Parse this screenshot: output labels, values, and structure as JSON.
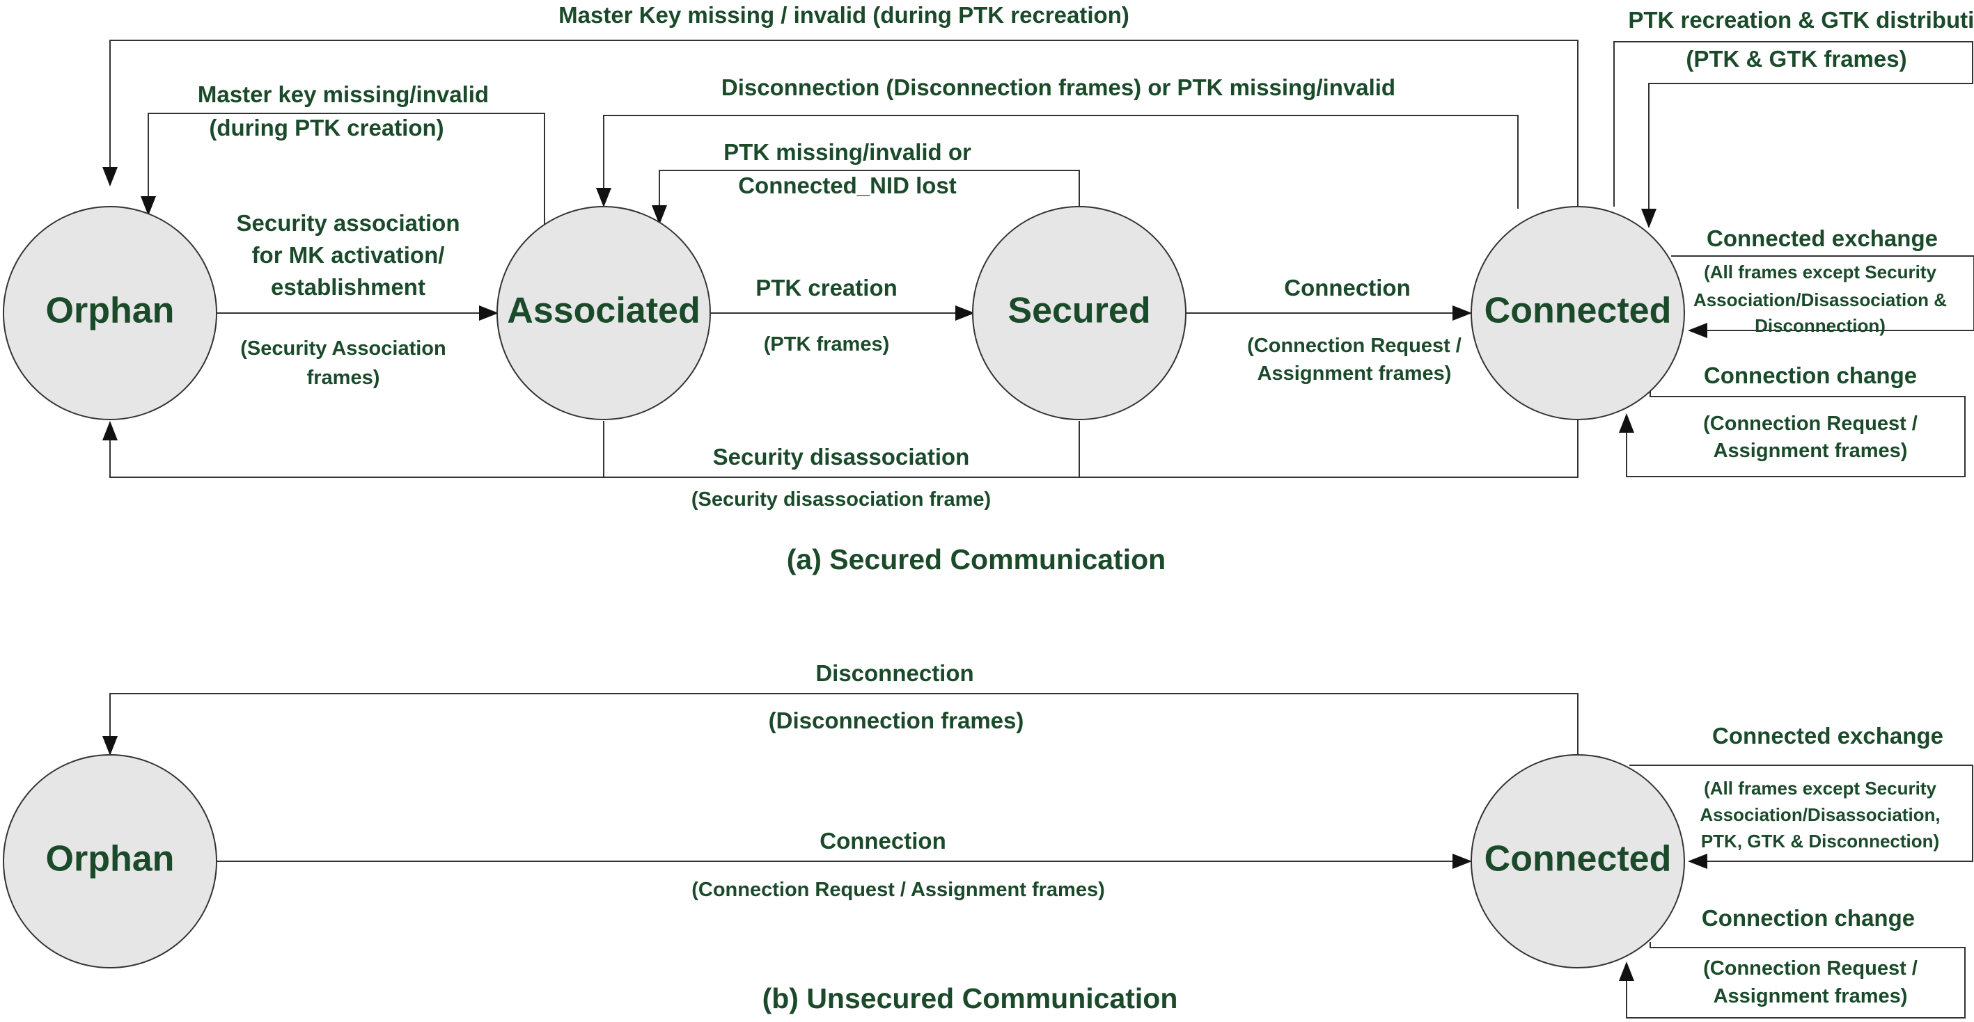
{
  "secured": {
    "caption": "(a) Secured Communication",
    "states": {
      "orphan": "Orphan",
      "associated": "Associated",
      "secured": "Secured",
      "connected": "Connected"
    },
    "edges": {
      "mk_recreation": "Master Key missing / invalid (during PTK recreation)",
      "mk_creation_1": "Master key missing/invalid",
      "mk_creation_2": "(during PTK creation)",
      "disconnection_ptk": "Disconnection (Disconnection frames) or PTK missing/invalid",
      "ptk_missing_1": "PTK missing/invalid or",
      "ptk_missing_2": "Connected_NID lost",
      "sec_assoc_1": "Security association",
      "sec_assoc_2": "for MK activation/",
      "sec_assoc_3": "establishment",
      "sec_assoc_frames_1": "(Security Association",
      "sec_assoc_frames_2": "frames)",
      "ptk_creation": "PTK creation",
      "ptk_frames": "(PTK frames)",
      "connection": "Connection",
      "conn_frames_1": "(Connection Request /",
      "conn_frames_2": "Assignment frames)",
      "sec_disassoc": "Security disassociation",
      "sec_disassoc_frame": "(Security disassociation frame)",
      "ptk_recreation": "PTK recreation & GTK distribution",
      "ptk_gtk_frames": "(PTK & GTK frames)",
      "conn_exchange": "Connected exchange",
      "conn_exchange_frames_1": "(All frames except Security",
      "conn_exchange_frames_2": "Association/Disassociation &",
      "conn_exchange_frames_3": "Disconnection)",
      "conn_change": "Connection change",
      "conn_change_frames_1": "(Connection Request /",
      "conn_change_frames_2": "Assignment frames)"
    }
  },
  "unsecured": {
    "caption": "(b) Unsecured Communication",
    "states": {
      "orphan": "Orphan",
      "connected": "Connected"
    },
    "edges": {
      "disconnection": "Disconnection",
      "disconnection_frames": "(Disconnection frames)",
      "connection": "Connection",
      "connection_frames": "(Connection Request / Assignment frames)",
      "conn_exchange": "Connected exchange",
      "conn_exchange_frames_1": "(All frames except Security",
      "conn_exchange_frames_2": "Association/Disassociation,",
      "conn_exchange_frames_3": "PTK, GTK & Disconnection)",
      "conn_change": "Connection change",
      "conn_change_frames_1": "(Connection Request /",
      "conn_change_frames_2": "Assignment frames)"
    }
  }
}
